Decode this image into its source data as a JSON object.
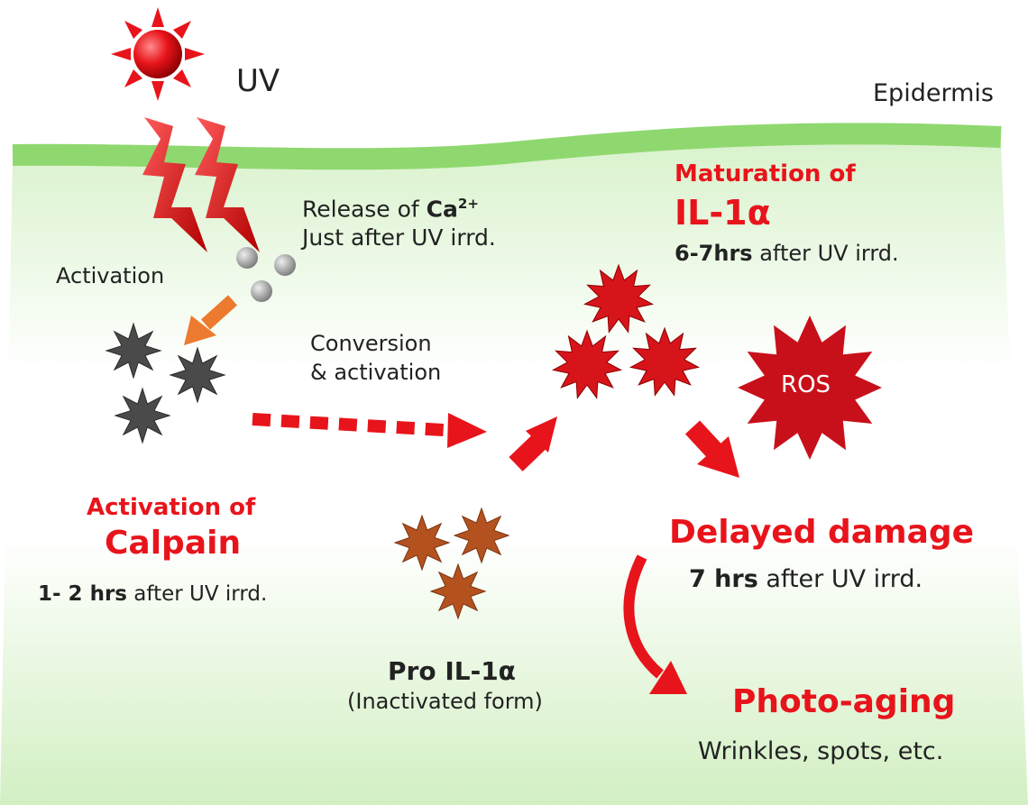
{
  "labels": {
    "uv": "UV",
    "epidermis": "Epidermis",
    "release_prefix": "Release of ",
    "release_ca": "Ca",
    "release_sup": "2+",
    "release_line2": "Just after UV irrd.",
    "activation": "Activation",
    "conversion_line1": "Conversion",
    "conversion_line2": "& activation",
    "maturation_line1": "Maturation of",
    "maturation_line2": "IL-1α",
    "maturation_time_bold": "6-7hrs",
    "maturation_time_rest": " after UV irrd.",
    "ros": "ROS",
    "calpain_line1": "Activation of",
    "calpain_line2": "Calpain",
    "calpain_time_bold": "1- 2 hrs",
    "calpain_time_rest": " after UV irrd.",
    "delayed_title": "Delayed damage",
    "delayed_time_bold": "7 hrs",
    "delayed_time_rest": " after UV irrd.",
    "pro_title": "Pro IL-1α",
    "pro_sub": "(Inactivated form)",
    "photoaging_title": "Photo-aging",
    "photoaging_sub": "Wrinkles, spots, etc."
  },
  "colors": {
    "red": "#e8141b",
    "epidermis_green": "#8fd86f",
    "calpain_gray": "#4a4a4a",
    "pro_brown": "#b4521f",
    "orange_arrow": "#ec7a2f"
  },
  "icons": [
    "sun-icon",
    "lightning-bolt-icon",
    "calcium-ion-icon",
    "calpain-star-icon",
    "il1a-star-icon",
    "pro-il1a-star-icon",
    "ros-burst-icon",
    "arrow-icon"
  ]
}
